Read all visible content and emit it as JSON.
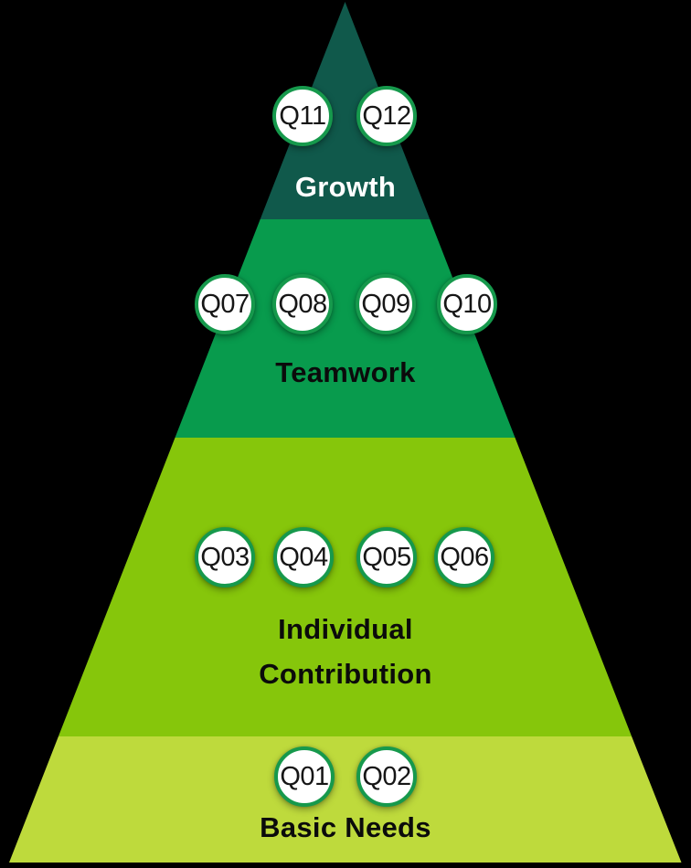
{
  "background": "#000000",
  "badge": {
    "fill": "#FFFFFF",
    "border": "#16994C",
    "text_color": "#161616",
    "glow": "#8D8D8D"
  },
  "levels": [
    {
      "id": "growth",
      "label": "Growth",
      "color": "#10594B",
      "text_color": "#FFFFFF",
      "items": [
        "Q11",
        "Q12"
      ]
    },
    {
      "id": "teamwork",
      "label": "Teamwork",
      "color": "#089B4D",
      "text_color": "#0B0B0B",
      "items": [
        "Q07",
        "Q08",
        "Q09",
        "Q10"
      ]
    },
    {
      "id": "individual-contribution",
      "label": "Individual Contribution",
      "label_lines": [
        "Individual",
        "Contribution"
      ],
      "color": "#86C60B",
      "text_color": "#0B0B0B",
      "items": [
        "Q03",
        "Q04",
        "Q05",
        "Q06"
      ]
    },
    {
      "id": "basic-needs",
      "label": "Basic Needs",
      "color": "#BEDA3C",
      "text_color": "#0B0B0B",
      "items": [
        "Q01",
        "Q02"
      ]
    }
  ]
}
